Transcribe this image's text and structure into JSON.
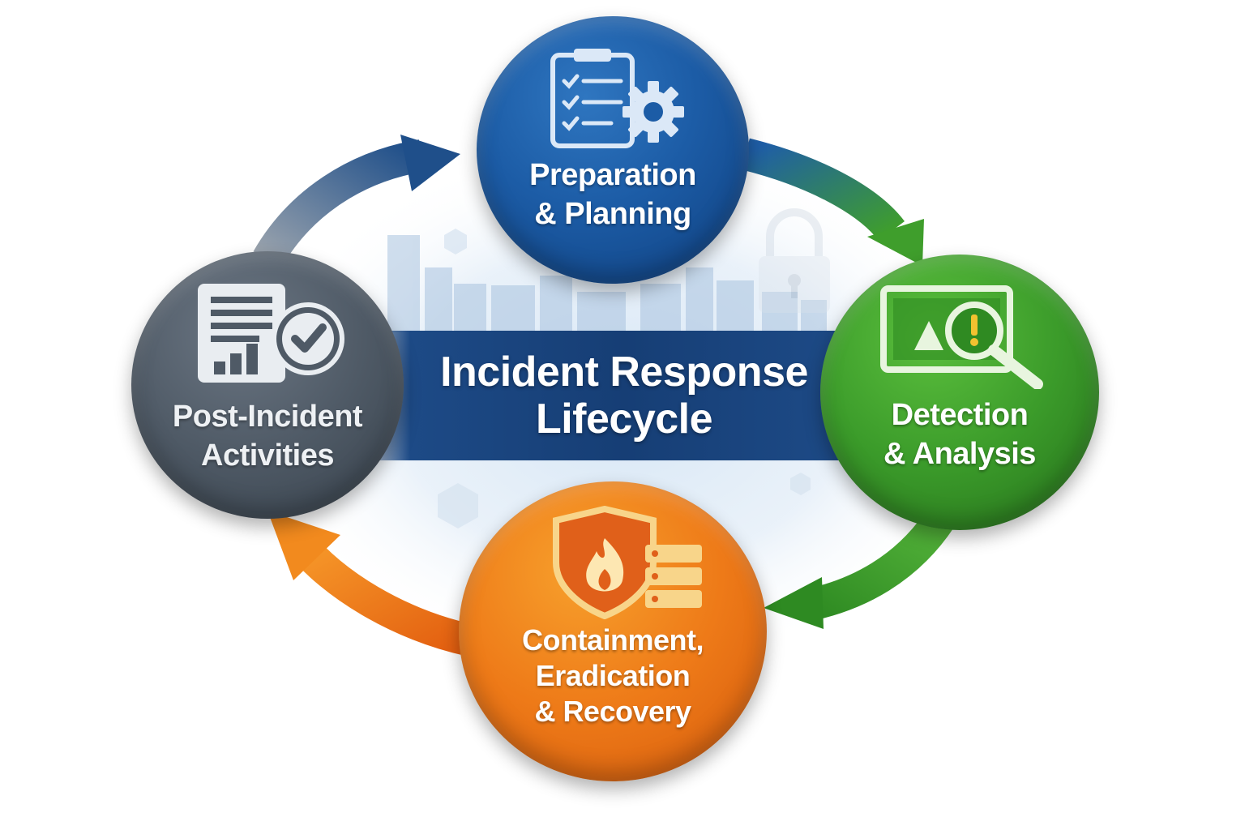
{
  "diagram": {
    "title_lines": [
      "Incident Response",
      "Lifecycle"
    ],
    "colors": {
      "preparation": "#1c5ca6",
      "detection": "#3b9b2a",
      "containment": "#ee7a18",
      "post_incident": "#4f5a66",
      "banner": "#163e75"
    },
    "phases": [
      {
        "id": "preparation",
        "label_lines": [
          "Preparation",
          "& Planning"
        ],
        "icon": "clipboard-gear-icon"
      },
      {
        "id": "detection",
        "label_lines": [
          "Detection",
          "& Analysis"
        ],
        "icon": "monitor-magnifier-alert-icon"
      },
      {
        "id": "containment",
        "label_lines": [
          "Containment,",
          "Eradication",
          "& Recovery"
        ],
        "icon": "shield-fire-server-icon"
      },
      {
        "id": "post_incident",
        "label_lines": [
          "Post-Incident",
          "Activities"
        ],
        "icon": "report-checkmark-icon"
      }
    ],
    "flow": [
      "preparation",
      "detection",
      "containment",
      "post_incident",
      "preparation"
    ]
  }
}
